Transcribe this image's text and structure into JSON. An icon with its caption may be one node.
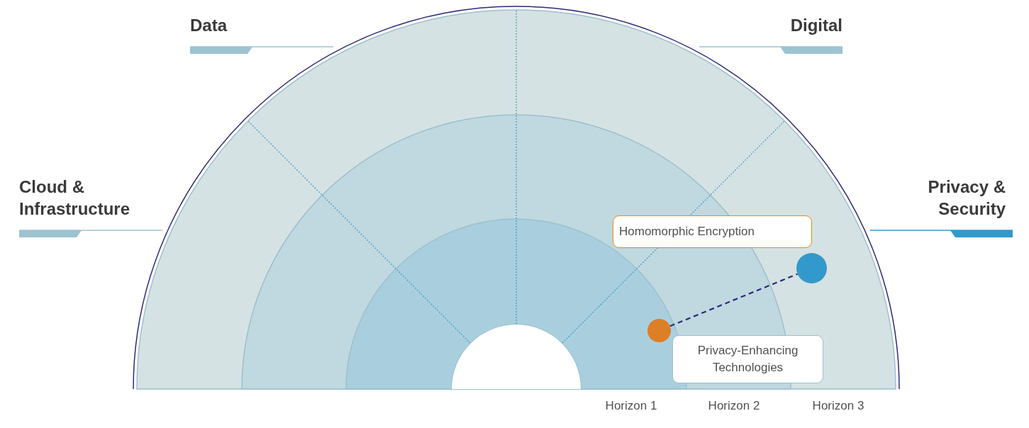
{
  "diagram": {
    "nodes": [
      {
        "text": [
          "Homomorphic Encryption"
        ]
      },
      {
        "text": [],
        "shape": "circle"
      },
      {
        "text": [],
        "shape": "circle"
      },
      {
        "text": [
          "Privacy-Enhancing Technologies"
        ]
      },
      {
        "text": [],
        "shape": "circle"
      }
    ],
    "edges": [
      {
        "from": 2,
        "to": 1,
        "arrow": "none",
        "style": "dashed"
      }
    ],
    "labels": [
      "Data",
      "Digital",
      "Cloud & Infrastructure",
      "Privacy & Security",
      "Horizon 1",
      "Horizon 2",
      "Horizon 3"
    ]
  }
}
